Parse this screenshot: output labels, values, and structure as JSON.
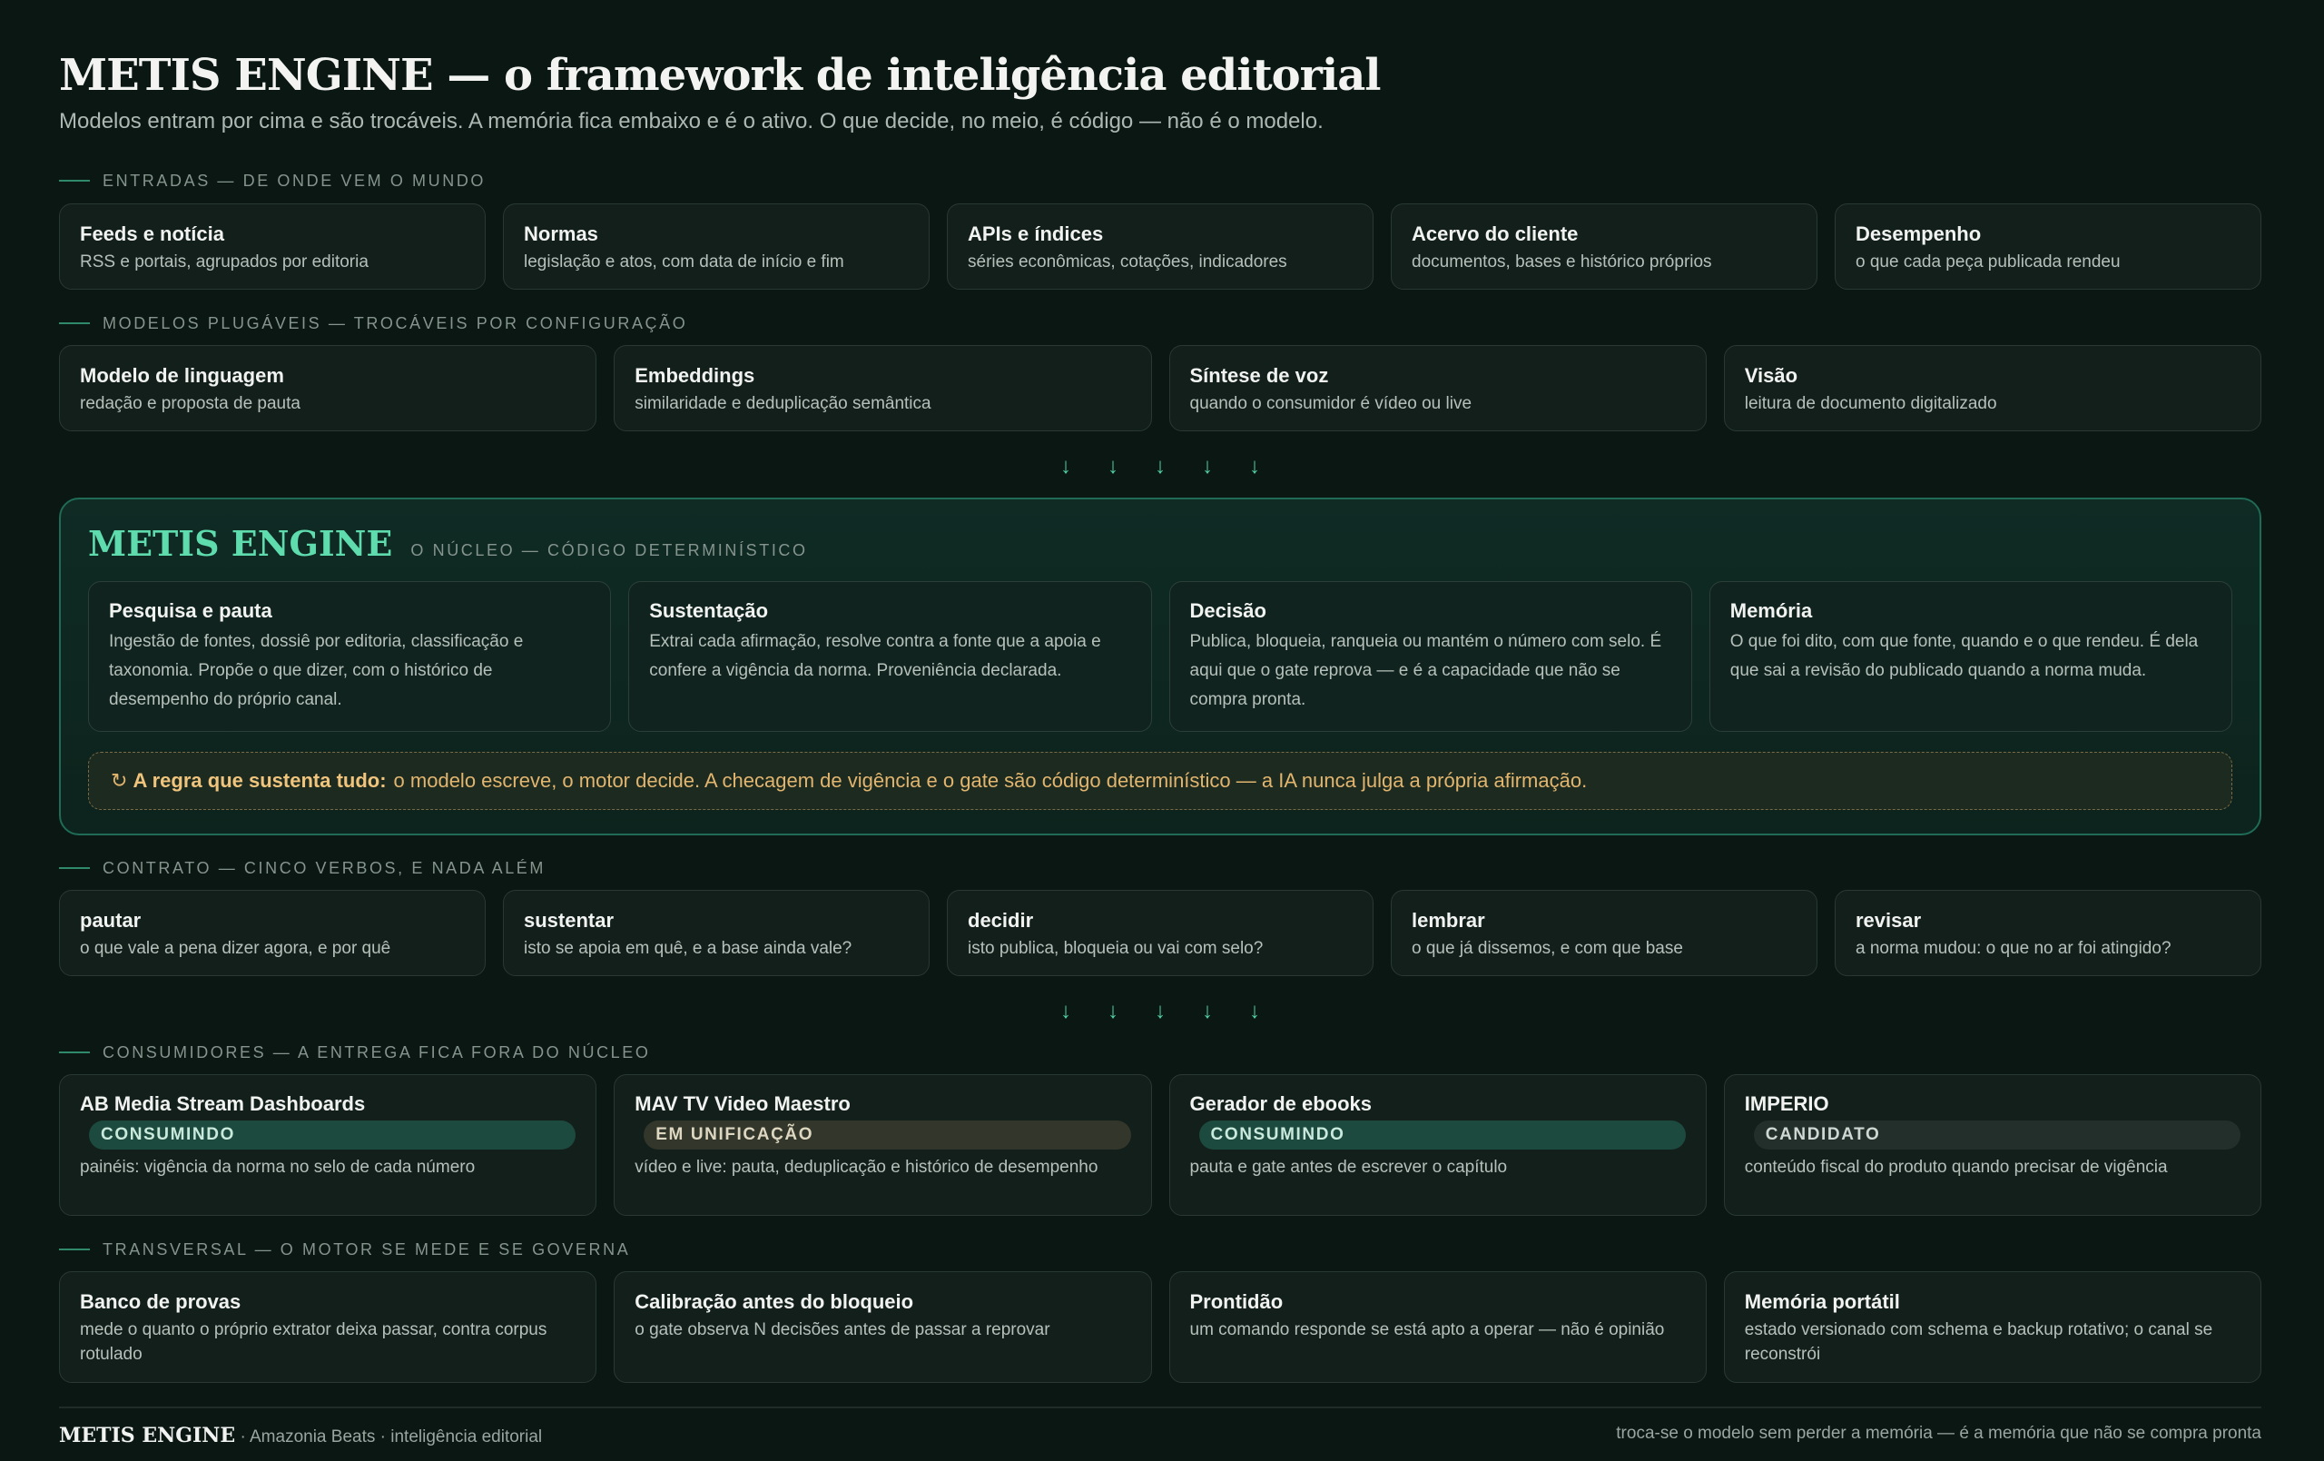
{
  "title": "METIS ENGINE — o framework de inteligência editorial",
  "subtitle": "Modelos entram por cima e são trocáveis. A memória fica embaixo e é o ativo. O que decide, no meio, é código — não é o modelo.",
  "sections": {
    "entradas": {
      "label": "ENTRADAS — DE ONDE VEM O MUNDO",
      "items": [
        {
          "title": "Feeds e notícia",
          "desc": "RSS e portais, agrupados por editoria"
        },
        {
          "title": "Normas",
          "desc": "legislação e atos, com data de início e fim"
        },
        {
          "title": "APIs e índices",
          "desc": "séries econômicas, cotações, indicadores"
        },
        {
          "title": "Acervo do cliente",
          "desc": "documentos, bases e histórico próprios"
        },
        {
          "title": "Desempenho",
          "desc": "o que cada peça publicada rendeu"
        }
      ]
    },
    "modelos": {
      "label": "MODELOS PLUGÁVEIS — TROCÁVEIS POR CONFIGURAÇÃO",
      "items": [
        {
          "title": "Modelo de linguagem",
          "desc": "redação e proposta de pauta"
        },
        {
          "title": "Embeddings",
          "desc": "similaridade e deduplicação semântica"
        },
        {
          "title": "Síntese de voz",
          "desc": "quando o consumidor é vídeo ou live"
        },
        {
          "title": "Visão",
          "desc": "leitura de documento digitalizado"
        }
      ]
    },
    "engine": {
      "name": "METIS ENGINE",
      "tag": "O NÚCLEO — CÓDIGO DETERMINÍSTICO",
      "items": [
        {
          "title": "Pesquisa e pauta",
          "desc": "Ingestão de fontes, dossiê por editoria, classificação e taxonomia. Propõe o que dizer, com o histórico de desempenho do próprio canal."
        },
        {
          "title": "Sustentação",
          "desc": "Extrai cada afirmação, resolve contra a fonte que a apoia e confere a vigência da norma. Proveniência declarada."
        },
        {
          "title": "Decisão",
          "desc": "Publica, bloqueia, ranqueia ou mantém o número com selo. É aqui que o gate reprova — e é a capacidade que não se compra pronta."
        },
        {
          "title": "Memória",
          "desc": "O que foi dito, com que fonte, quando e o que rendeu. É dela que sai a revisão do publicado quando a norma muda."
        }
      ],
      "rule_icon": "↻",
      "rule_bold": "A regra que sustenta tudo:",
      "rule_text": "o modelo escreve, o motor decide. A checagem de vigência e o gate são código determinístico — a IA nunca julga a própria afirmação."
    },
    "contrato": {
      "label": "CONTRATO — CINCO VERBOS, E NADA ALÉM",
      "items": [
        {
          "title": "pautar",
          "desc": "o que vale a pena dizer agora, e por quê"
        },
        {
          "title": "sustentar",
          "desc": "isto se apoia em quê, e a base ainda vale?"
        },
        {
          "title": "decidir",
          "desc": "isto publica, bloqueia ou vai com selo?"
        },
        {
          "title": "lembrar",
          "desc": "o que já dissemos, e com que base"
        },
        {
          "title": "revisar",
          "desc": "a norma mudou: o que no ar foi atingido?"
        }
      ]
    },
    "consumidores": {
      "label": "CONSUMIDORES — A ENTREGA FICA FORA DO NÚCLEO",
      "items": [
        {
          "title": "AB Media Stream Dashboards",
          "badge": "CONSUMINDO",
          "desc": "painéis: vigência da norma no selo de cada número"
        },
        {
          "title": "MAV TV Video Maestro",
          "badge": "EM UNIFICAÇÃO",
          "desc": "vídeo e live: pauta, deduplicação e histórico de desempenho"
        },
        {
          "title": "Gerador de ebooks",
          "badge": "CONSUMINDO",
          "desc": "pauta e gate antes de escrever o capítulo"
        },
        {
          "title": "IMPERIO",
          "badge": "CANDIDATO",
          "desc": "conteúdo fiscal do produto quando precisar de vigência"
        }
      ]
    },
    "transversal": {
      "label": "TRANSVERSAL — O MOTOR SE MEDE E SE GOVERNA",
      "items": [
        {
          "title": "Banco de provas",
          "desc": "mede o quanto o próprio extrator deixa passar, contra corpus rotulado"
        },
        {
          "title": "Calibração antes do bloqueio",
          "desc": "o gate observa N decisões antes de passar a reprovar"
        },
        {
          "title": "Prontidão",
          "desc": "um comando responde se está apto a operar — não é opinião"
        },
        {
          "title": "Memória portátil",
          "desc": "estado versionado com schema e backup rotativo; o canal se reconstrói"
        }
      ]
    }
  },
  "arrow_icon": "↓",
  "footer": {
    "brand": "METIS ENGINE",
    "sub": " · Amazonia Beats · inteligência editorial",
    "right": "troca-se o modelo sem perder a memória — é a memória que não se compra pronta"
  },
  "colors": {
    "background": "#0a1713",
    "accent": "#5fdcae",
    "rule": "#e2b56f"
  }
}
